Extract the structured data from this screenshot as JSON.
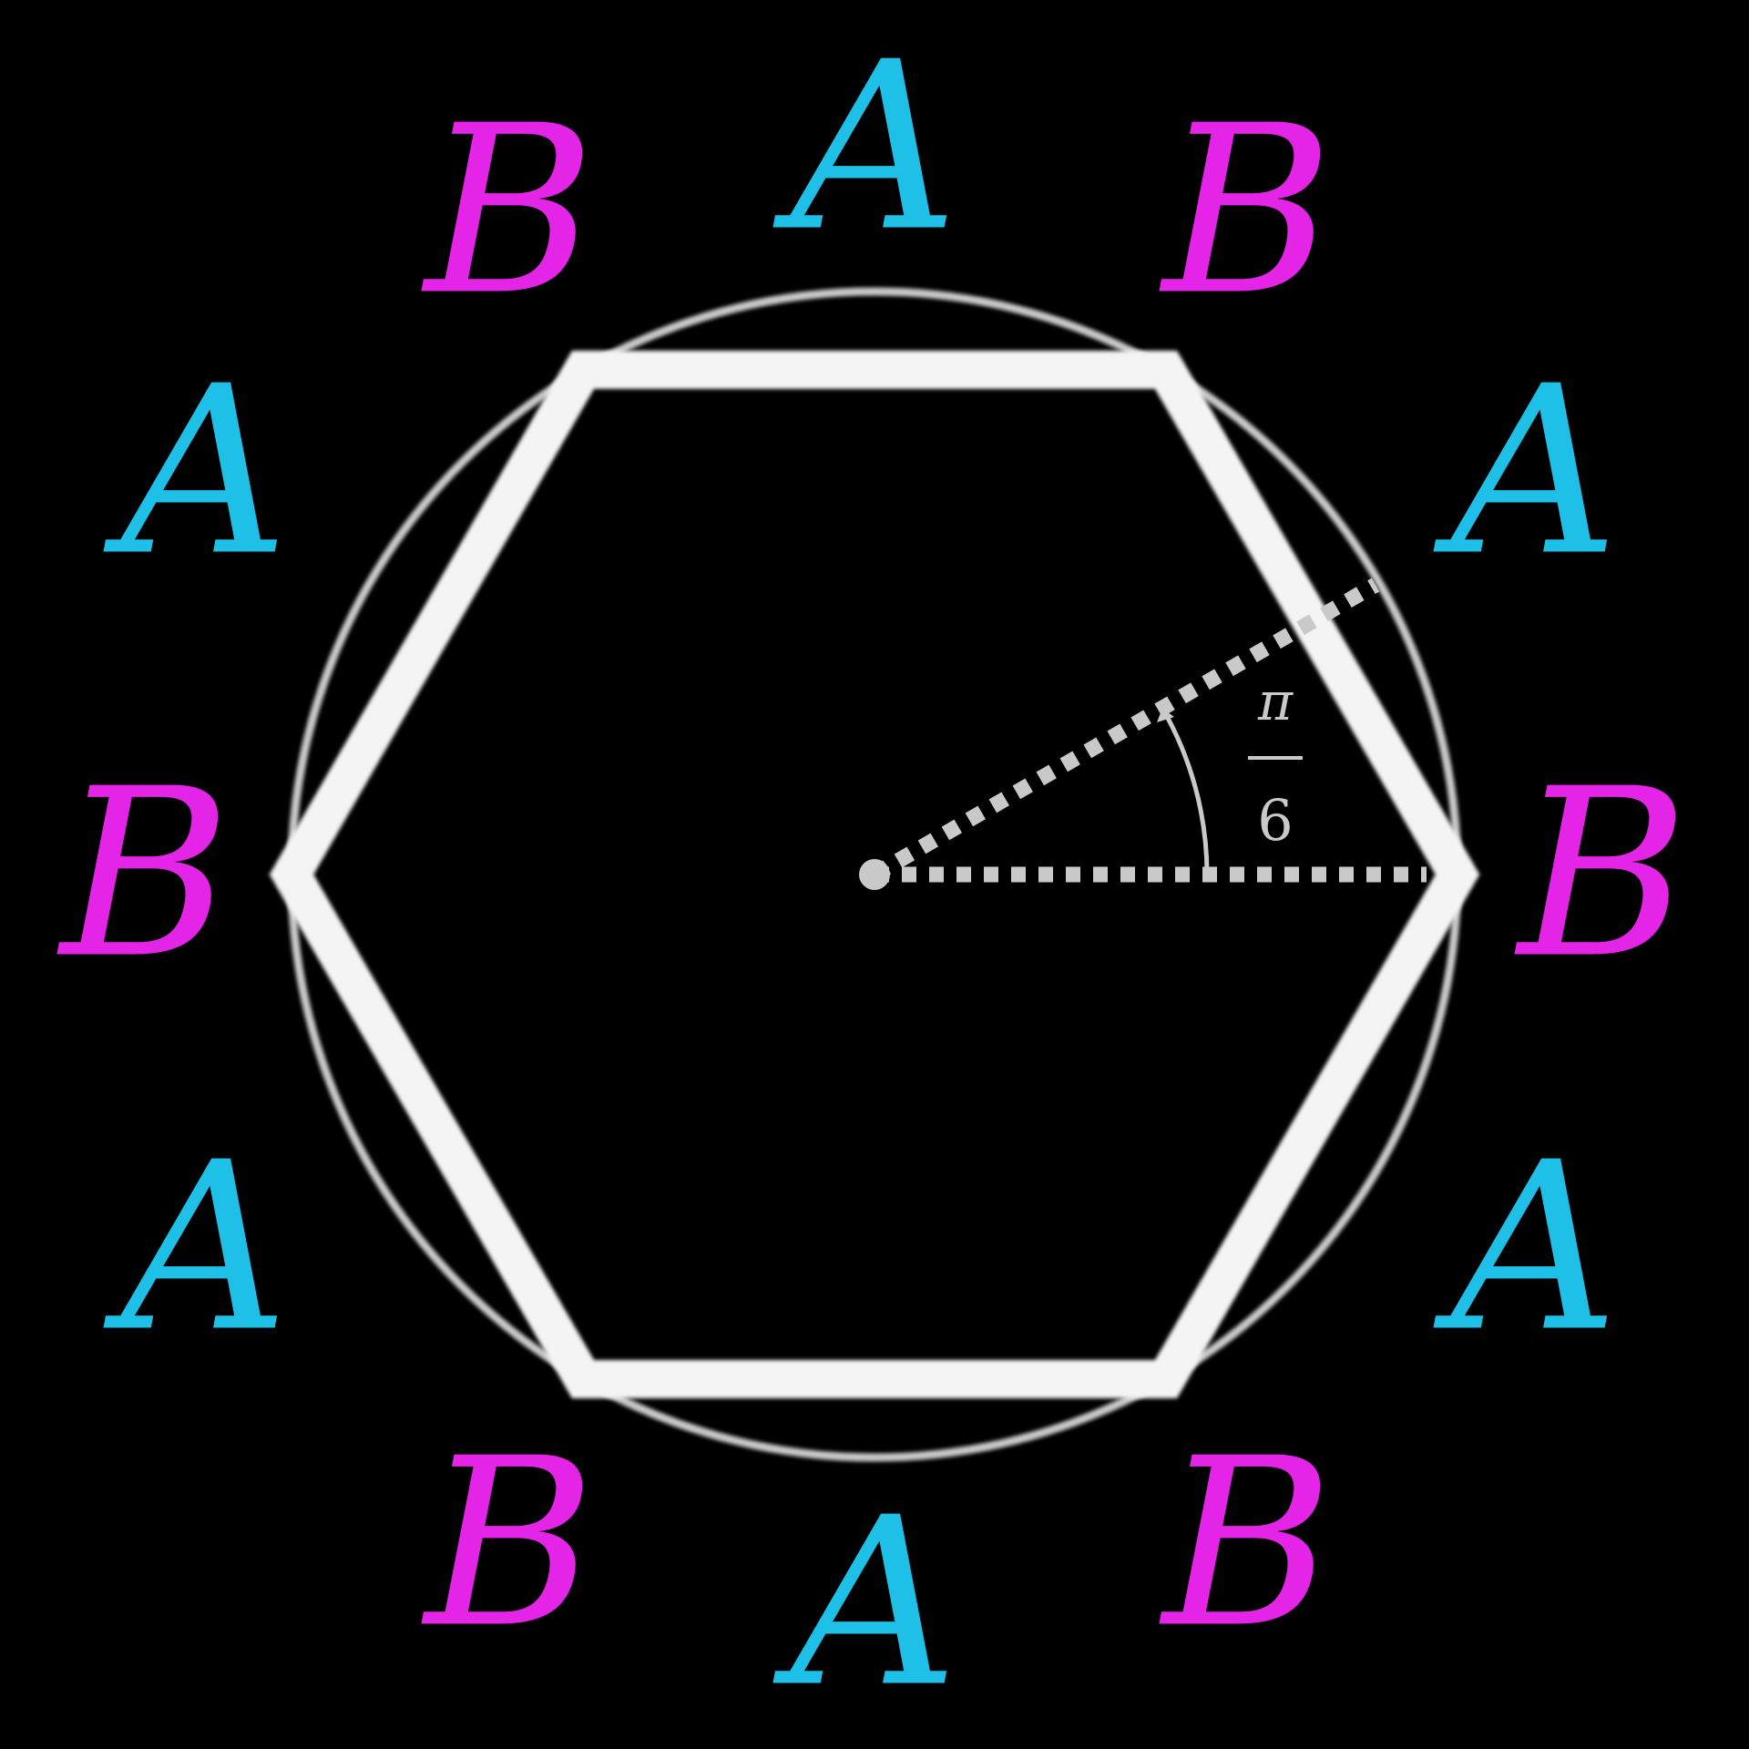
{
  "colors": {
    "background": "#000000",
    "A": "#1fc0e8",
    "B": "#e424e6",
    "hexagon": "#f4f4f4",
    "circle": "#c9c9c9",
    "construction": "#c9c9c9"
  },
  "angle": {
    "numerator": "π",
    "denominator": "6"
  },
  "vertex_labels": [
    {
      "text": "B",
      "series": "B"
    },
    {
      "text": "A",
      "series": "A"
    },
    {
      "text": "A",
      "series": "A"
    },
    {
      "text": "B",
      "series": "B"
    },
    {
      "text": "A",
      "series": "A"
    },
    {
      "text": "B",
      "series": "B"
    },
    {
      "text": "B",
      "series": "B"
    },
    {
      "text": "A",
      "series": "A"
    },
    {
      "text": "B",
      "series": "B"
    },
    {
      "text": "B",
      "series": "B"
    },
    {
      "text": "A",
      "series": "A"
    },
    {
      "text": "A",
      "series": "A"
    }
  ]
}
